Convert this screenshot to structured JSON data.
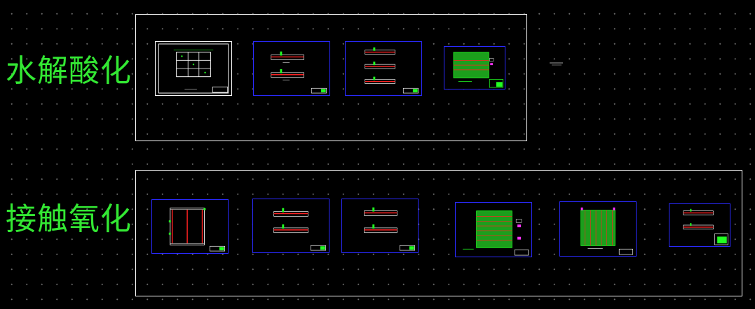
{
  "groups": [
    {
      "id": "hydrolysis",
      "title": "水解酸化",
      "sheet_count": 4
    },
    {
      "id": "contact",
      "title": "接触氧化",
      "sheet_count": 6
    }
  ],
  "colors": {
    "background": "#000000",
    "title_text": "#33e833",
    "group_frame": "#ffffff",
    "sheet_border": "#2a2aff",
    "wall_red": "#ff2a2a",
    "accent_green": "#22e022",
    "accent_magenta": "#ff33ff"
  },
  "icons": [
    "drawing-sheet-thumbnail"
  ]
}
